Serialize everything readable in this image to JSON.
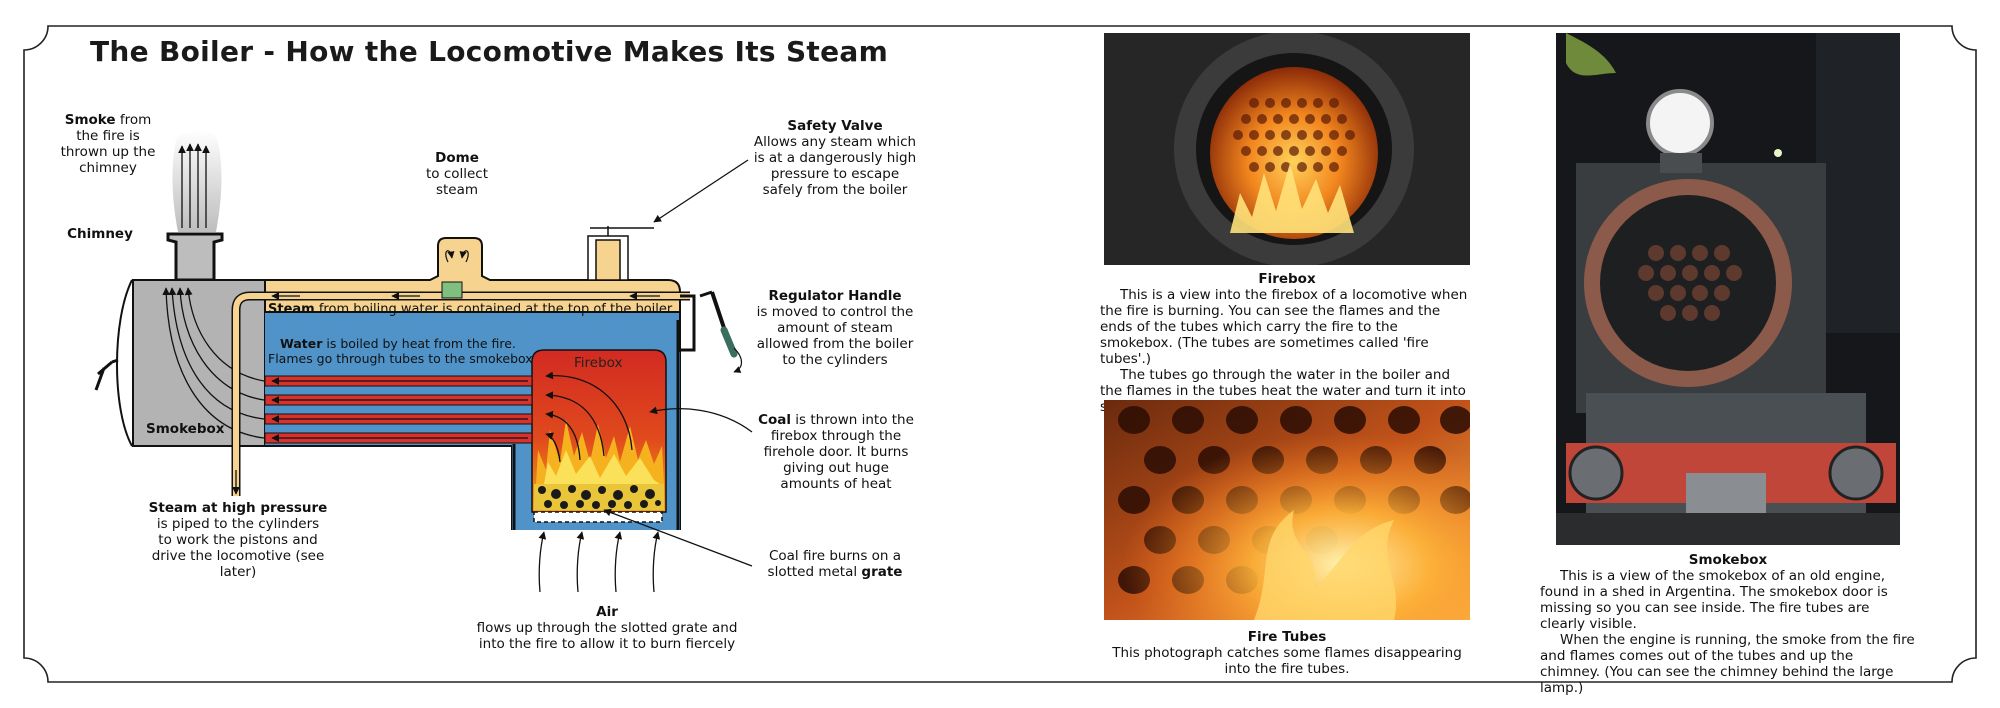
{
  "title": "The Boiler - How the Locomotive Makes Its Steam",
  "diagram": {
    "smoke": {
      "bold": "Smoke",
      "rest": "from the fire is thrown up the chimney"
    },
    "chimney": "Chimney",
    "dome": {
      "bold": "Dome",
      "rest": "to collect steam"
    },
    "safety_valve": {
      "bold": "Safety Valve",
      "rest": "Allows any steam which is at a dangerously high pressure to escape safely from the boiler"
    },
    "regulator": {
      "bold": "Regulator Handle",
      "rest": "is moved to control the amount of steam allowed from the boiler to the cylinders"
    },
    "coal": {
      "bold": "Coal",
      "rest": "is thrown into the firebox through the firehole door. It burns giving out huge amounts of heat"
    },
    "grate": {
      "pre": "Coal fire burns on a slotted metal",
      "bold": "grate"
    },
    "air": {
      "bold": "Air",
      "rest": "flows up through the slotted grate and into the fire to allow it to burn fiercely"
    },
    "steam_high": {
      "bold": "Steam at high pressure",
      "rest": "is piped to the cylinders to work the pistons and drive the locomotive (see later)"
    },
    "steam_in_boiler": {
      "bold": "Steam",
      "rest": "from boiling water is contained at the top of the boiler"
    },
    "water_in_boiler": {
      "bold": "Water",
      "rest": "is boiled by heat from the fire.",
      "line2": "Flames go through tubes to the smokebox"
    },
    "firebox": "Firebox",
    "smokebox": "Smokebox"
  },
  "photos": {
    "firebox": {
      "heading": "Firebox",
      "p1": "This is a view into the firebox of a locomotive when the fire is burning. You can see the flames and the ends of the tubes which carry the fire to the smokebox. (The tubes are sometimes called 'fire tubes'.)",
      "p2": "The tubes go through the water in the boiler and the flames in the tubes heat the water and turn it into steam."
    },
    "fire_tubes": {
      "heading": "Fire Tubes",
      "p1": "This photograph catches some flames disappearing into the fire tubes."
    },
    "smokebox": {
      "heading": "Smokebox",
      "p1": "This is a view of the smokebox of an old engine, found in a shed in Argentina. The smokebox door is missing so you can see inside. The fire tubes are clearly visible.",
      "p2": "When the engine is running, the smoke from the fire and flames comes out of the tubes and up the chimney. (You can see the chimney behind the large lamp.)"
    }
  },
  "colors": {
    "steam": "#f6d38e",
    "water": "#4f93c9",
    "fire": "#d9312b",
    "smokebox": "#b3b3b3",
    "frame": "#222222"
  }
}
